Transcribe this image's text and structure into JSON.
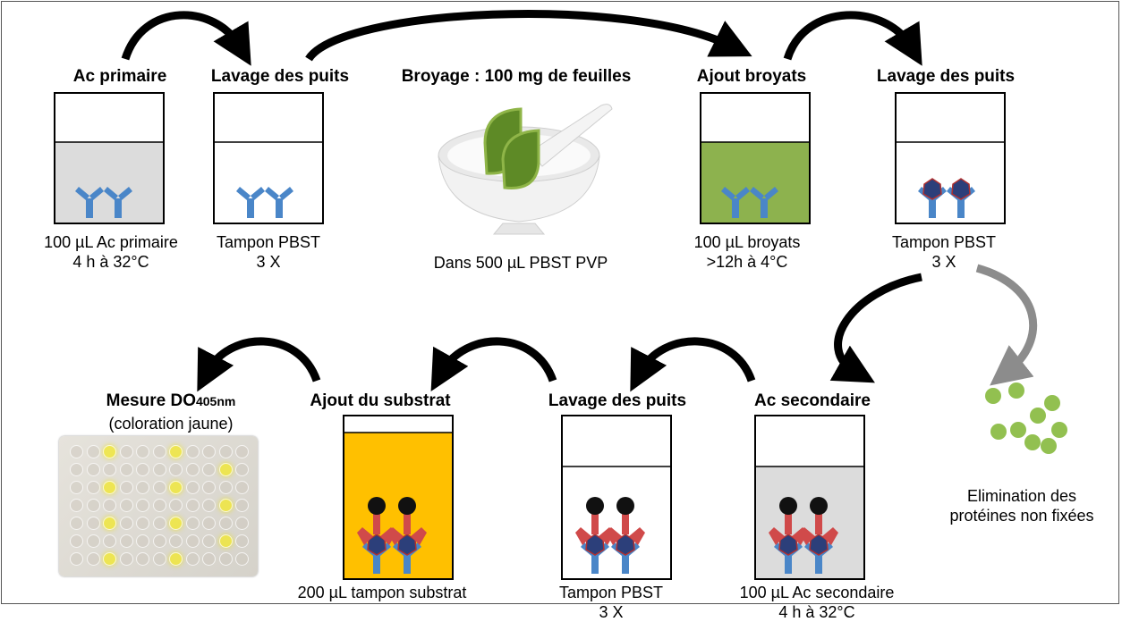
{
  "steps": {
    "s1": {
      "title": "Ac primaire",
      "line1": "100 µL Ac primaire",
      "line2": "4 h à 32°C"
    },
    "s2": {
      "title": "Lavage des puits",
      "line1": "Tampon PBST",
      "line2": "3 X"
    },
    "s3": {
      "title": "Broyage : 100 mg de feuilles",
      "line1": "Dans 500 µL PBST PVP"
    },
    "s4": {
      "title": "Ajout broyats",
      "line1": "100 µL broyats",
      "line2": ">12h à 4°C"
    },
    "s5": {
      "title": "Lavage des puits",
      "line1": "Tampon PBST",
      "line2": "3 X"
    },
    "s6": {
      "title": "Ac secondaire",
      "line1": "100 µL Ac secondaire",
      "line2": "4 h à 32°C"
    },
    "s7": {
      "title": "Lavage des puits",
      "line1": "Tampon PBST",
      "line2": "3 X"
    },
    "s8": {
      "title": "Ajout du substrat",
      "line1": "200 µL tampon substrat"
    },
    "s9": {
      "title_main": "Mesure DO",
      "title_sub": "405nm",
      "line1": "(coloration jaune)"
    },
    "elim": {
      "line1": "Elimination des",
      "line2": "protéines non fixées"
    }
  },
  "colors": {
    "antibody": "#4a86c8",
    "secondary_antibody": "#d04a4a",
    "enzyme": "#111111",
    "grey_fill": "#dcdcdc",
    "green_fill": "#8db24e",
    "substrate_fill": "#ffc000",
    "arrow_main": "#000000",
    "arrow_side": "#8c8c8c",
    "protein_dots": "#92c050"
  }
}
